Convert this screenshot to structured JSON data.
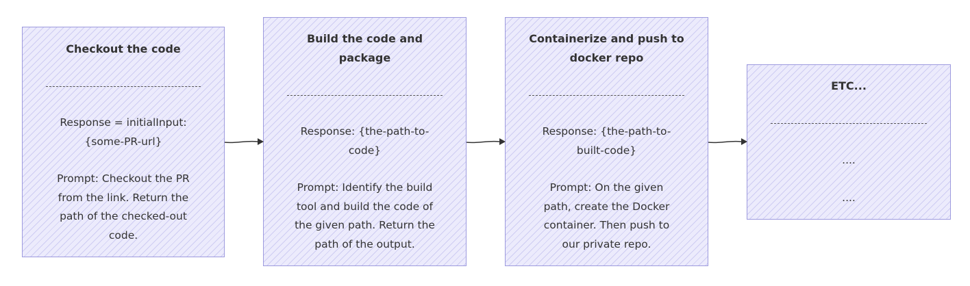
{
  "steps": [
    {
      "title_lines": [
        "Checkout the code"
      ],
      "response_lines": [
        "Response = initialInput:",
        "{some-PR-url}"
      ],
      "prompt_lines": [
        "Prompt: Checkout the PR",
        "from the link. Return the",
        "path of the checked-out",
        "code."
      ]
    },
    {
      "title_lines": [
        "Build the code and",
        "package"
      ],
      "response_lines": [
        "Response: {the-path-to-",
        "code}"
      ],
      "prompt_lines": [
        "Prompt: Identify the build",
        "tool and build the code of",
        "the given path. Return the",
        "path of the output."
      ]
    },
    {
      "title_lines": [
        "Containerize and push to",
        "docker repo"
      ],
      "response_lines": [
        "Response: {the-path-to-",
        "built-code}"
      ],
      "prompt_lines": [
        "Prompt: On the given",
        "path, create the Docker",
        "container. Then push to",
        "our private repo."
      ]
    },
    {
      "title_lines": [
        "ETC..."
      ],
      "response_lines": [
        "...."
      ],
      "prompt_lines": [
        "...."
      ]
    }
  ]
}
